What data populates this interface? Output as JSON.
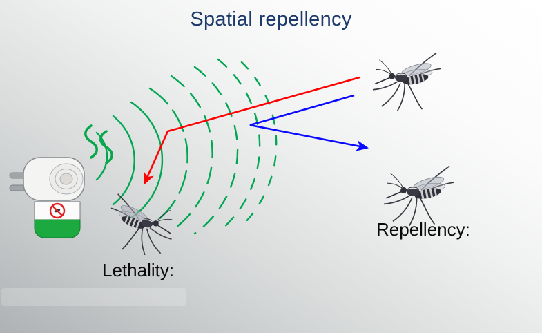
{
  "title": "Spatial repellency",
  "diagram": {
    "labels": {
      "lethality": "Lethality:",
      "repellency": "Repellency:"
    },
    "device": "mosquito-repellent-plug-in-diffuser",
    "mosquito_count": 3
  },
  "colors": {
    "title_text": "#1d3a6b",
    "label_text": "#0a0a0a",
    "wave_green": "#00a651",
    "lethality_arrow_red": "#ff0000",
    "repellency_arrow_blue": "#0a0aff",
    "bottle_green": "#1ca93f",
    "prohibition_red": "#e02020",
    "background_left_gray": "#aeb2b4"
  }
}
